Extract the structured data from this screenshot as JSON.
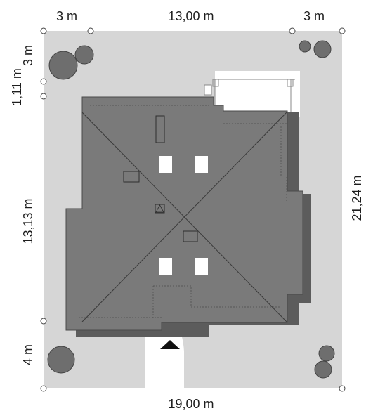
{
  "dimensions": {
    "top_left": "3 m",
    "top_middle": "13,00 m",
    "top_right": "3 m",
    "left_top": "3 m",
    "left_second": "1,11 m",
    "left_middle": "13,13 m",
    "left_bottom": "4 m",
    "right": "21,24 m",
    "bottom": "19,00 m"
  },
  "colors": {
    "plot": "#d6d6d6",
    "roof": "#7a7a7a",
    "roof_shadow": "#5c5c5c",
    "terrace": "#ffffff",
    "path": "#ffffff",
    "skylight": "#ffffff",
    "lines": "#3a3a3a",
    "tree": "#6e6e6e",
    "entrance_arrow": "#111111"
  },
  "icons": {
    "entrance": "triangle-arrow-icon",
    "trees": "tree-icon"
  }
}
